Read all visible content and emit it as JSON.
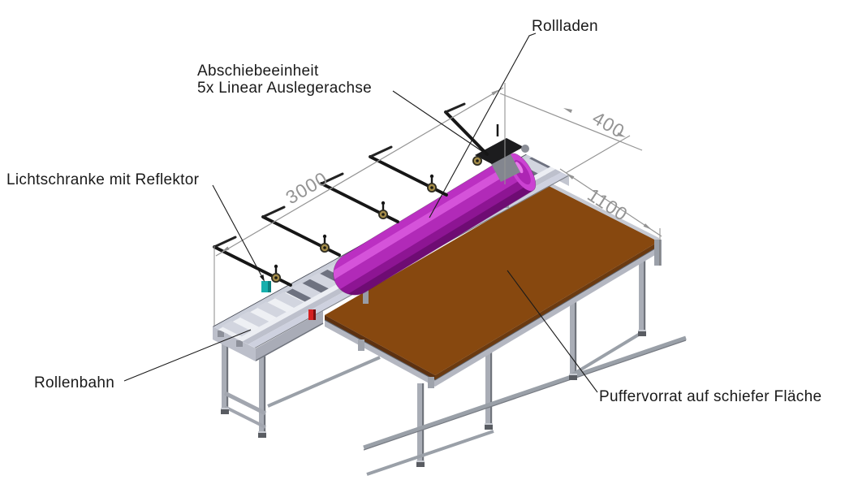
{
  "title": "Isometric CAD diagram – roller conveyor with buffer table",
  "labels": {
    "rollladen": "Rollladen",
    "abschiebeeinheit_line1": "Abschiebeeinheit",
    "abschiebeeinheit_line2": "5x Linear Auslegerachse",
    "lichtschranke": "Lichtschranke mit Reflektor",
    "rollenbahn": "Rollenbahn",
    "puffervorrat": "Puffervorrat auf schiefer Fläche"
  },
  "dimensions": {
    "conveyor_length": "3000",
    "conveyor_width": "400",
    "table_width": "1100"
  },
  "colors": {
    "label_text": "#1a1a1a",
    "dimension_gray": "#949494",
    "cylinder_magenta": "#a21da9",
    "surface_brown": "#87480f",
    "sensor_teal": "#17b0ad",
    "reflector_red": "#d42020",
    "aluminum": "#a9adb6",
    "axis_black": "#161616"
  }
}
